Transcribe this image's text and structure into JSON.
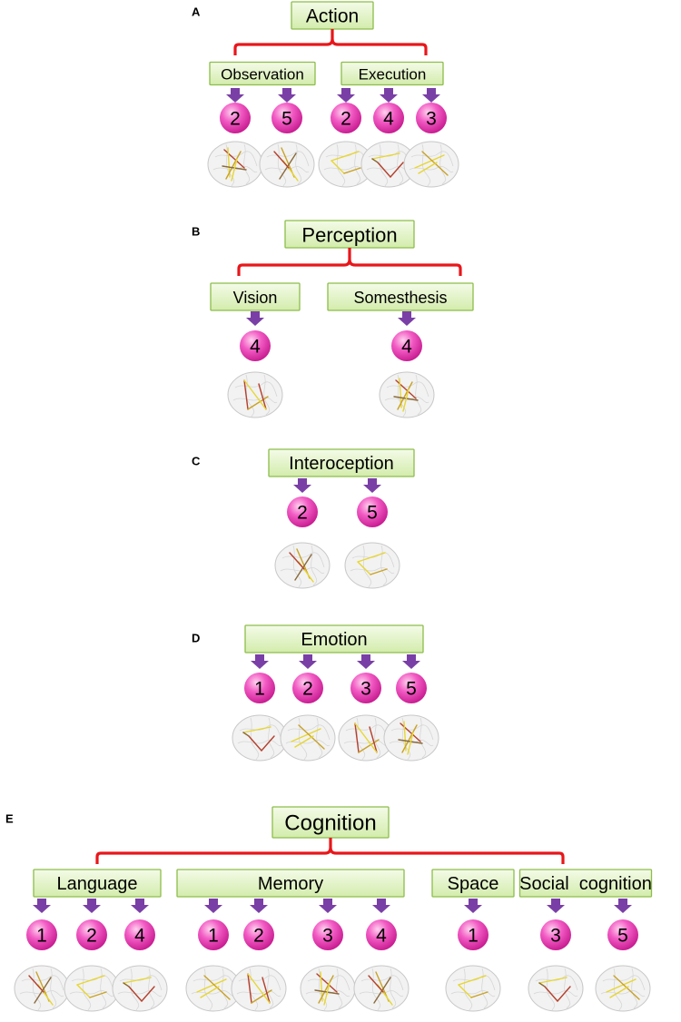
{
  "panels": [
    {
      "id": "A",
      "label": "A",
      "root": "Action",
      "children": [
        {
          "name": "Observation",
          "networks": [
            "2",
            "5"
          ]
        },
        {
          "name": "Execution",
          "networks": [
            "2",
            "4",
            "3"
          ]
        }
      ]
    },
    {
      "id": "B",
      "label": "B",
      "root": "Perception",
      "children": [
        {
          "name": "Vision",
          "networks": [
            "4"
          ]
        },
        {
          "name": "Somesthesis",
          "networks": [
            "4"
          ]
        }
      ]
    },
    {
      "id": "C",
      "label": "C",
      "root": "Interoception",
      "networks": [
        "2",
        "5"
      ]
    },
    {
      "id": "D",
      "label": "D",
      "root": "Emotion",
      "networks": [
        "1",
        "2",
        "3",
        "5"
      ]
    },
    {
      "id": "E",
      "label": "E",
      "root": "Cognition",
      "children": [
        {
          "name": "Language",
          "networks": [
            "1",
            "2",
            "4"
          ]
        },
        {
          "name": "Memory",
          "networks": [
            "1",
            "2",
            "3",
            "4"
          ]
        },
        {
          "name": "Space",
          "networks": [
            "1"
          ]
        },
        {
          "name": "Social  cognition",
          "networks": [
            "3",
            "5"
          ]
        }
      ]
    }
  ],
  "colors": {
    "box_fill_top": "#f4fbe8",
    "box_fill_bottom": "#d3ecac",
    "box_border": "#8dbd4a",
    "bracket": "#e8161a",
    "arrow": "#7a3fa6",
    "circle_light": "#ffd2ef",
    "circle_mid": "#f25bc4",
    "circle_dark": "#c81c91",
    "connection_colors": [
      "#e8d630",
      "#c9a227",
      "#b5402c",
      "#8a6a3a"
    ]
  },
  "icons": {
    "arrow": "down-arrow-icon",
    "brain": "brain-connectivity-icon"
  }
}
